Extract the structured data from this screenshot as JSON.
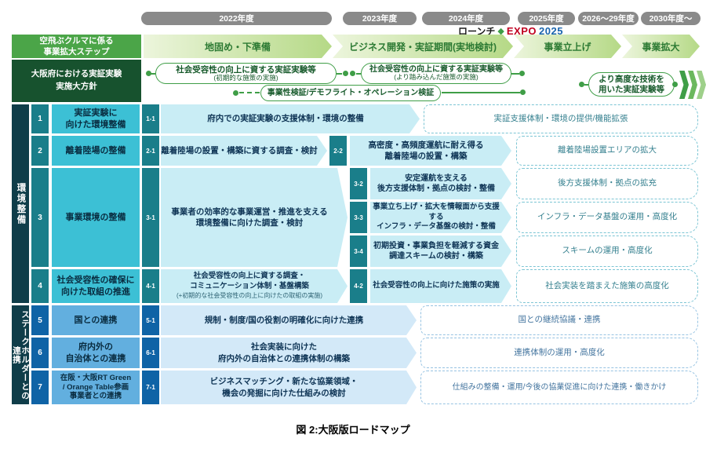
{
  "timeline": {
    "years": [
      "2022年度",
      "2023年度",
      "2024年度",
      "2025年度",
      "2026〜29年度",
      "2030年度〜"
    ]
  },
  "launch": {
    "label": "ローンチ",
    "diamond": "◆",
    "expo": "EXPO",
    "year": "2025"
  },
  "phases": {
    "header": "空飛ぶクルマに係る\n事業拡大ステップ",
    "items": [
      "地固め・下準備",
      "ビジネス開発・実証期間(実地検討)",
      "事業立上げ",
      "事業拡大"
    ]
  },
  "policy": {
    "header": "大阪府における実証実験\n実施大方針",
    "pill1_main": "社会受容性の向上に資する実証実験等",
    "pill1_sub": "(初期的な施策の実施)",
    "pill2_main": "社会受容性の向上に資する実証実験等",
    "pill2_sub": "(より踏み込んだ施策の実施)",
    "pill3": "事業性検証/デモフライト・オペレーション検証",
    "pill4": "より高度な技術を\n用いた実証実験等"
  },
  "sections": {
    "env": "環境整備",
    "stakeholder": "ステークホルダーとの連携"
  },
  "rows": {
    "r1": {
      "num": "1",
      "label": "実証実験に\n向けた環境整備",
      "sub_num": "1-1",
      "content": "府内での実証実験の支援体制・環境の整備",
      "future": "実証支援体制・環境の提供/機能拡張"
    },
    "r2": {
      "num": "2",
      "label": "離着陸場の整備",
      "sub1_num": "2-1",
      "sub1": "離着陸場の設置・構築に資する調査・検討",
      "sub2_num": "2-2",
      "sub2": "高密度・高頻度運航に耐え得る\n離着陸場の設置・構築",
      "future": "離着陸場設置エリアの拡大"
    },
    "r3": {
      "num": "3",
      "label": "事業環境の整備",
      "sub1_num": "3-1",
      "sub1": "事業者の効率的な事業運営・推進を支える\n環境整備に向けた調査・検討",
      "sub2_num": "3-2",
      "sub2": "安定運航を支える\n後方支援体制・拠点の検討・整備",
      "future2": "後方支援体制・拠点の拡充",
      "sub3_num": "3-3",
      "sub3": "事業立ち上げ・拡大を情報面から支援する\nインフラ・データ基盤の検討・整備",
      "future3": "インフラ・データ基盤の運用・高度化",
      "sub4_num": "3-4",
      "sub4": "初期投資・事業負担を軽減する資金\n調達スキームの検討・構築",
      "future4": "スキームの運用・高度化"
    },
    "r4": {
      "num": "4",
      "label": "社会受容性の確保に\n向けた取組の推進",
      "sub1_num": "4-1",
      "sub1": "社会受容性の向上に資する調査・\nコミュニケーション体制・基盤構築",
      "sub1_note": "(+初期的な社会受容性の向上に向けたの取組の実施)",
      "sub2_num": "4-2",
      "sub2": "社会受容性の向上に向けた施策の実施",
      "future": "社会実装を踏まえた施策の高度化"
    },
    "r5": {
      "num": "5",
      "label": "国との連携",
      "sub_num": "5-1",
      "content": "規制・制度/国の役割の明確化に向けた連携",
      "future": "国との継続協議・連携"
    },
    "r6": {
      "num": "6",
      "label": "府内外の\n自治体との連携",
      "sub_num": "6-1",
      "content": "社会実装に向けた\n府内外の自治体との連携体制の構築",
      "future": "連携体制の運用・高度化"
    },
    "r7": {
      "num": "7",
      "label": "在阪・大阪RT Green\n/ Orange Table参画\n事業者との連携",
      "sub_num": "7-1",
      "content": "ビジネスマッチング・新たな協業領域・\n機会の発掘に向けた仕組みの検討",
      "future": "仕組みの整備・運用/今後の協業促進に向けた連携・働きかけ"
    }
  },
  "caption": "図 2:大阪版ロードマップ",
  "colors": {
    "year_pill": "#8a8a8a",
    "green": "#3f9e47",
    "green_header": "#4ba548",
    "green_dark": "#17522e",
    "expo_red": "#c00020",
    "expo_blue": "#1964ad",
    "teal_sidebar": "#0f3d49",
    "teal_num": "#1a7e8a",
    "teal_label": "#3cc0d5",
    "teal_task": "#c9edf5",
    "teal_future": "#7cc5d4",
    "blue_num": "#0f63a6",
    "blue_label": "#62afdf",
    "blue_task": "#d3e9f8",
    "blue_future": "#97c3e2"
  }
}
